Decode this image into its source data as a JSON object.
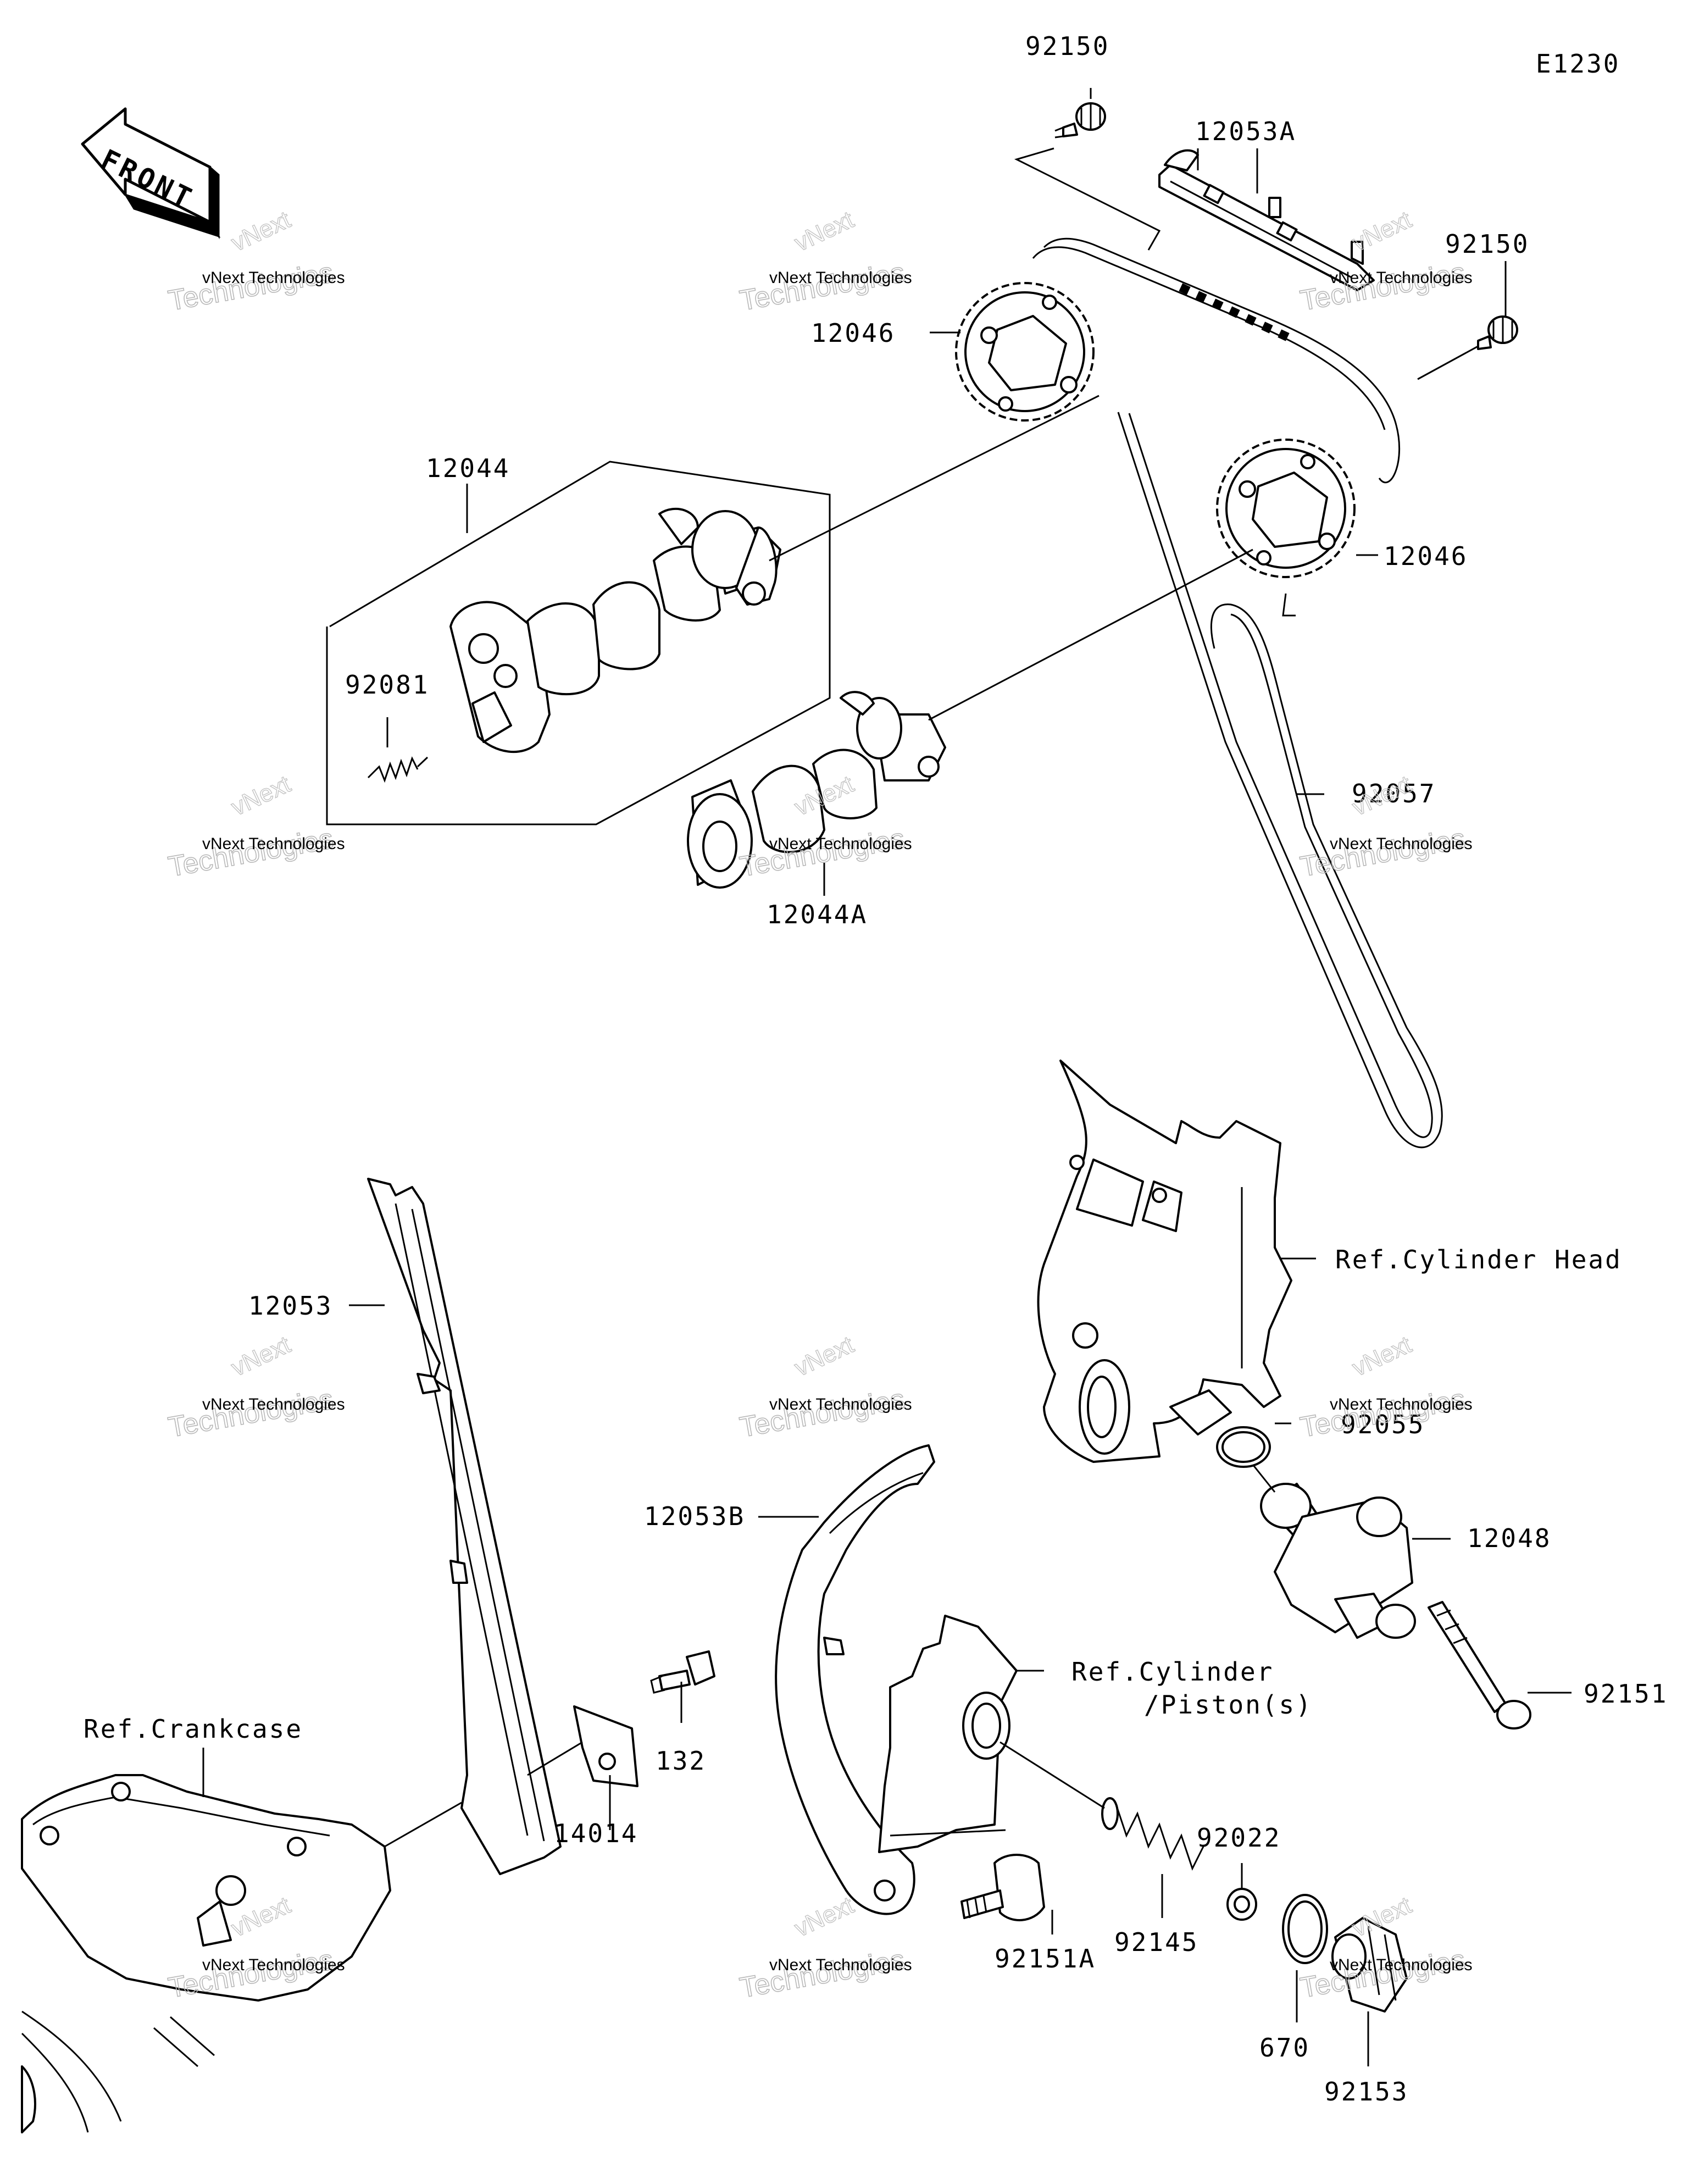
{
  "diagram": {
    "code": "E1230",
    "front_label": "FRONT",
    "watermark": {
      "small": "vNext Technologies",
      "large": "Technologies",
      "tilted": "vNext"
    },
    "labels": {
      "p92150_top": "92150",
      "p12053A": "12053A",
      "p92150_right": "92150",
      "p12046_left": "12046",
      "p12046_right": "12046",
      "p12044": "12044",
      "p92081": "92081",
      "p12044A": "12044A",
      "p92057": "92057",
      "ref_cylinder_head": "Ref.Cylinder Head",
      "p12053": "12053",
      "p92055": "92055",
      "p12048": "12048",
      "p12053B": "12053B",
      "ref_cylinder_piston_1": "Ref.Cylinder",
      "ref_cylinder_piston_2": "/Piston(s)",
      "p92151": "92151",
      "ref_crankcase": "Ref.Crankcase",
      "p132": "132",
      "p14014": "14014",
      "p92022": "92022",
      "p92145": "92145",
      "p92151A": "92151A",
      "p670": "670",
      "p92153": "92153"
    }
  }
}
